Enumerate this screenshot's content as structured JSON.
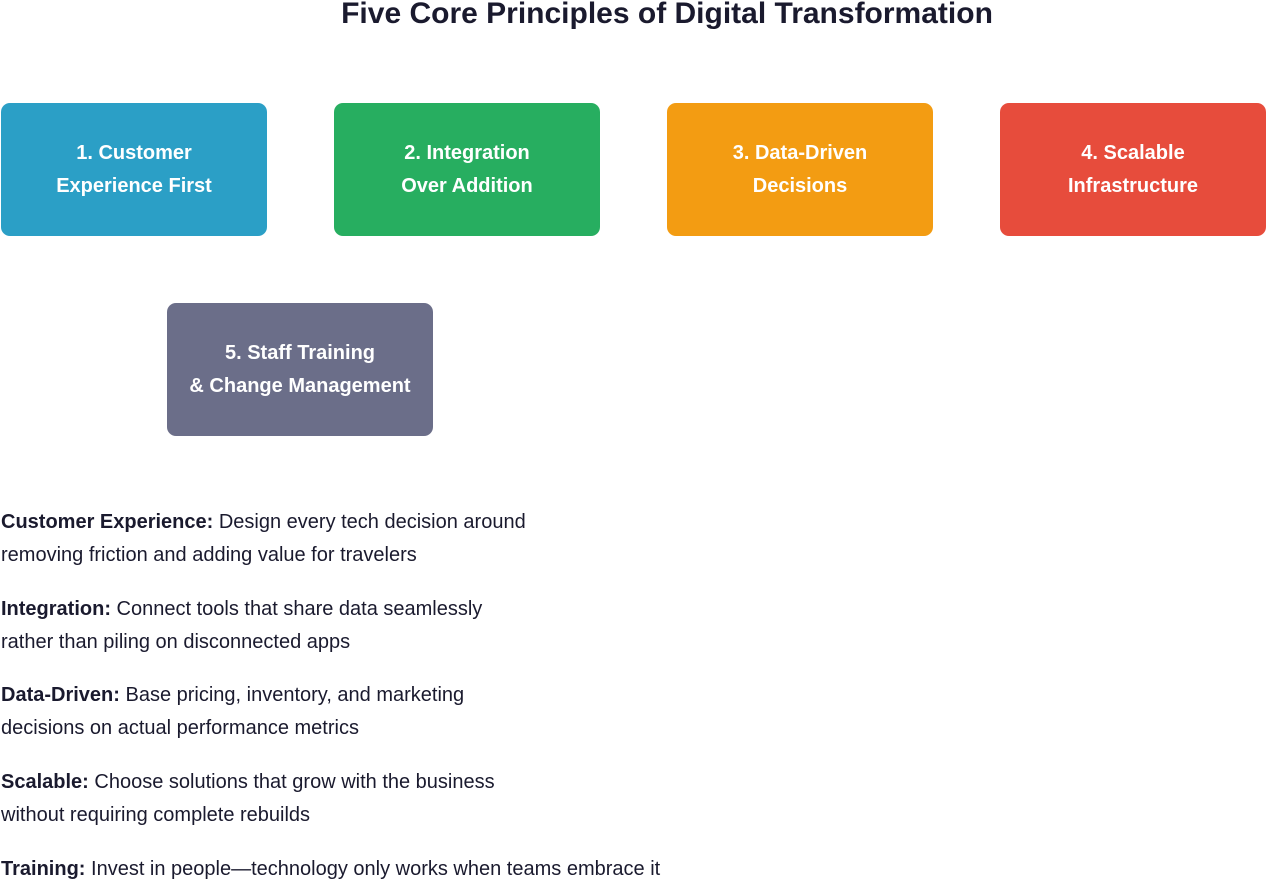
{
  "title": "Five Core Principles of Digital Transformation",
  "colors": {
    "customer": "#2b9fc6",
    "integration": "#27ae60",
    "data": "#f39c12",
    "scalable": "#e74c3c",
    "training": "#6b6e89"
  },
  "principles": [
    {
      "line1": "1. Customer",
      "line2": "Experience First"
    },
    {
      "line1": "2. Integration",
      "line2": "Over Addition"
    },
    {
      "line1": "3. Data-Driven",
      "line2": "Decisions"
    },
    {
      "line1": "4. Scalable",
      "line2": "Infrastructure"
    },
    {
      "line1": "5. Staff Training",
      "line2": "& Change Management"
    }
  ],
  "descriptions": [
    {
      "label": "Customer Experience:",
      "line1": " Design every tech decision around",
      "line2": "removing friction and adding value for travelers"
    },
    {
      "label": "Integration:",
      "line1": " Connect tools that share data seamlessly",
      "line2": "rather than piling on disconnected apps"
    },
    {
      "label": "Data-Driven:",
      "line1": " Base pricing, inventory, and marketing",
      "line2": "decisions on actual performance metrics"
    },
    {
      "label": "Scalable:",
      "line1": " Choose solutions that grow with the business",
      "line2": "without requiring complete rebuilds"
    },
    {
      "label": "Training:",
      "line1": " Invest in people—technology only works when teams embrace it",
      "line2": ""
    }
  ]
}
